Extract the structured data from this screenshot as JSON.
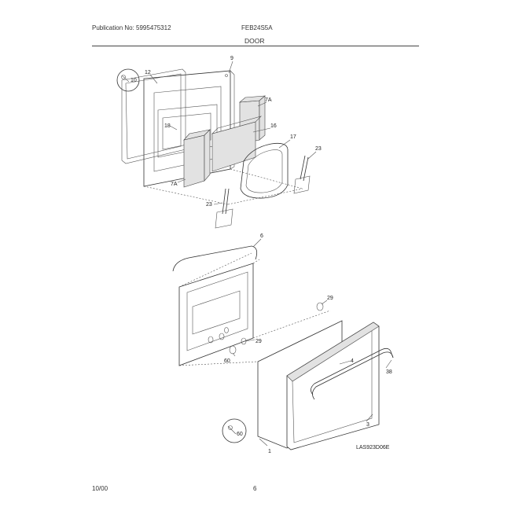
{
  "header": {
    "publication": "Publication No: 5995475312",
    "model": "FEB24S5A",
    "section": "DOOR"
  },
  "footer": {
    "date": "10/00",
    "page": "6"
  },
  "diagram_code": "LAS923D06E",
  "callouts": {
    "c9": "9",
    "c12": "12",
    "c10": "10",
    "c18": "18",
    "c7a_top": "7A",
    "c16": "16",
    "c17": "17",
    "c23_right": "23",
    "c7a_left": "7A",
    "c23_bottom": "23",
    "c6": "6",
    "c29_top": "29",
    "c4": "4",
    "c38": "38",
    "c29_mid": "29",
    "c60": "60",
    "c3": "3",
    "c60_circle": "60",
    "c1": "1"
  }
}
